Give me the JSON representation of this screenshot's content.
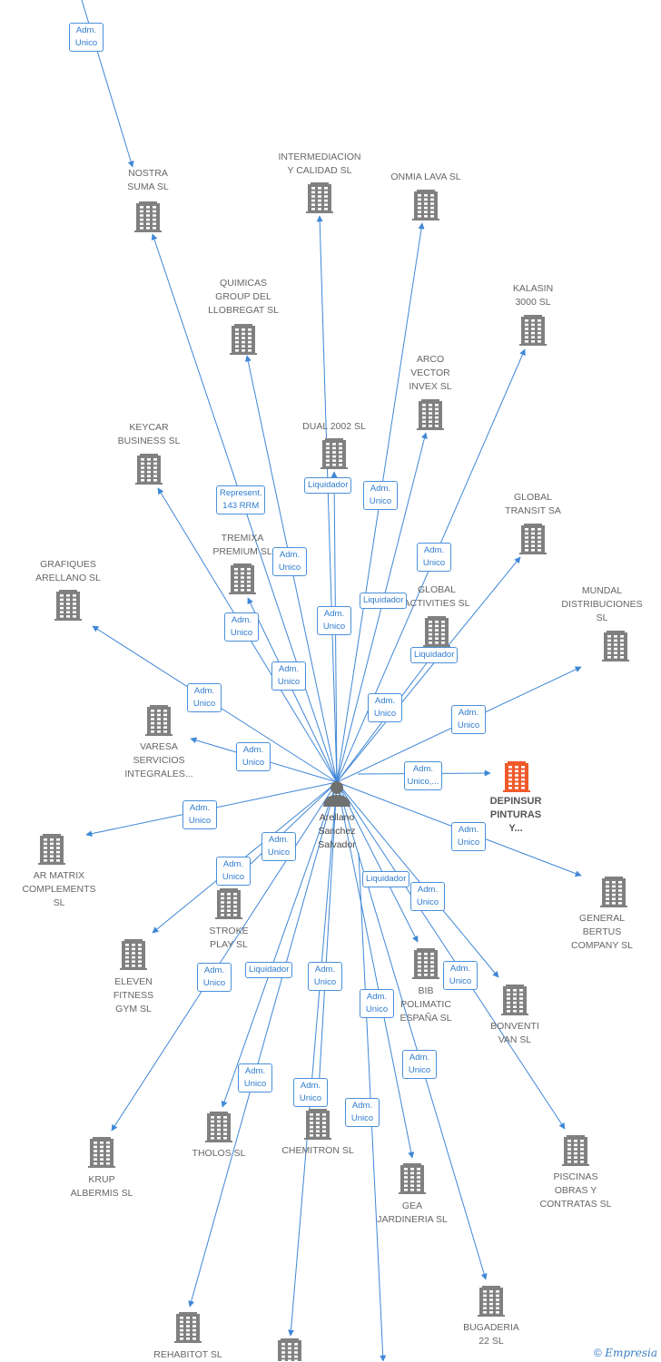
{
  "center": {
    "label": "Arellano\nSanchez\nSalvador"
  },
  "main_company": {
    "label": "DEPINSUR\nPINTURAS\nY..."
  },
  "nodes": [
    {
      "id": "nostra",
      "label": "NOSTRA\nSUMA  SL"
    },
    {
      "id": "intermediacion",
      "label": "INTERMEDIACION\nY CALIDAD SL"
    },
    {
      "id": "onmia",
      "label": "ONMIA LAVA  SL"
    },
    {
      "id": "quimicas",
      "label": "QUIMICAS\nGROUP DEL\nLLOBREGAT SL"
    },
    {
      "id": "kalasin",
      "label": "KALASIN\n3000 SL"
    },
    {
      "id": "arco",
      "label": "ARCO\nVECTOR\nINVEX  SL"
    },
    {
      "id": "keycar",
      "label": "KEYCAR\nBUSINESS  SL"
    },
    {
      "id": "dual",
      "label": "DUAL 2002  SL"
    },
    {
      "id": "global_transit",
      "label": "GLOBAL\nTRANSIT SA"
    },
    {
      "id": "tremixa",
      "label": "TREMIXA\nPREMIUM  SL"
    },
    {
      "id": "grafiques",
      "label": "GRAFIQUES\nARELLANO  SL"
    },
    {
      "id": "global_activities",
      "label": "GLOBAL\nACTIVITIES  SL"
    },
    {
      "id": "mundal",
      "label": "MUNDAL\nDISTRIBUCIONES\nSL"
    },
    {
      "id": "varesa",
      "label": "VARESA\nSERVICIOS\nINTEGRALES..."
    },
    {
      "id": "ar_matrix",
      "label": "AR MATRIX\nCOMPLEMENTS\nSL"
    },
    {
      "id": "stroke",
      "label": "STROKE\nPLAY  SL"
    },
    {
      "id": "general_bertus",
      "label": "GENERAL\nBERTUS\nCOMPANY SL"
    },
    {
      "id": "eleven",
      "label": "ELEVEN\nFITNESS\nGYM  SL"
    },
    {
      "id": "bib",
      "label": "BIB\nPOLIMATIC\nESPAÑA  SL"
    },
    {
      "id": "bonventi",
      "label": "BONVENTI\nVAN  SL"
    },
    {
      "id": "tholos",
      "label": "THOLOS SL"
    },
    {
      "id": "chemitron",
      "label": "CHEMITRON  SL"
    },
    {
      "id": "krup",
      "label": "KRUP\nALBERMIS  SL"
    },
    {
      "id": "piscinas",
      "label": "PISCINAS\nOBRAS Y\nCONTRATAS  SL"
    },
    {
      "id": "gea",
      "label": "GEA\nJARDINERIA  SL"
    },
    {
      "id": "bugaderia",
      "label": "BUGADERIA\n22  SL"
    },
    {
      "id": "rehabitot",
      "label": "REHABITOT  SL"
    },
    {
      "id": "bottom_unnamed",
      "label": ""
    }
  ],
  "relations": [
    {
      "label": "Adm.\nUnico"
    },
    {
      "label": "Represent.\n143 RRM"
    },
    {
      "label": "Liquidador"
    },
    {
      "label": "Adm.\nUnico"
    },
    {
      "label": "Adm.\nUnico"
    },
    {
      "label": "Adm.\nUnico"
    },
    {
      "label": "Adm.\nUnico"
    },
    {
      "label": "Adm.\nUnico"
    },
    {
      "label": "Liquidador"
    },
    {
      "label": "Adm.\nUnico"
    },
    {
      "label": "Liquidador"
    },
    {
      "label": "Adm.\nUnico"
    },
    {
      "label": "Adm.\nUnico"
    },
    {
      "label": "Adm.\nUnico"
    },
    {
      "label": "Adm.\nUnico"
    },
    {
      "label": "Adm.\nUnico,..."
    },
    {
      "label": "Adm.\nUnico"
    },
    {
      "label": "Adm.\nUnico"
    },
    {
      "label": "Adm.\nUnico"
    },
    {
      "label": "Adm.\nUnico"
    },
    {
      "label": "Adm.\nUnico"
    },
    {
      "label": "Liquidador"
    },
    {
      "label": "Liquidador"
    },
    {
      "label": "Adm.\nUnico"
    },
    {
      "label": "Adm.\nUnico"
    },
    {
      "label": "Adm.\nUnico"
    },
    {
      "label": "Adm.\nUnico"
    },
    {
      "label": "Adm.\nUnico"
    },
    {
      "label": "Adm.\nUnico"
    },
    {
      "label": "Adm.\nUnico"
    },
    {
      "label": "Adm.\nUnico"
    }
  ],
  "footer": {
    "copyright_symbol": "©",
    "brand": "Empresia"
  },
  "colors": {
    "edge": "#3f87d6",
    "building": "#808080",
    "main_building": "#f05a2a",
    "person": "#707070"
  }
}
